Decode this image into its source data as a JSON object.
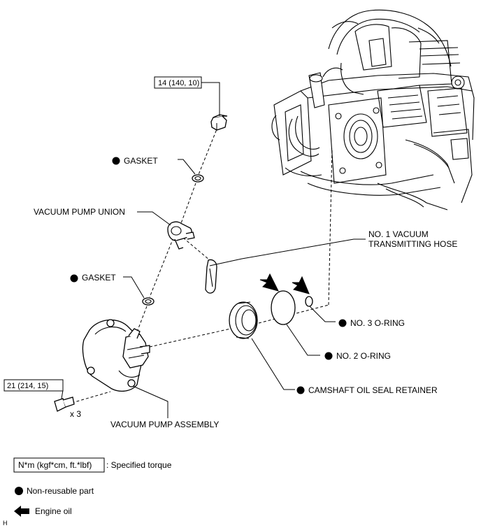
{
  "callouts": {
    "torque_top": "14 (140, 10)",
    "torque_bottom": "21 (214, 15)",
    "gasket_upper": "GASKET",
    "gasket_lower": "GASKET",
    "vacuum_pump_union": "VACUUM PUMP UNION",
    "hose_line1": "NO. 1 VACUUM",
    "hose_line2": "TRANSMITTING HOSE",
    "no3_oring": "NO. 3 O-RING",
    "no2_oring": "NO. 2 O-RING",
    "camshaft_retainer": "CAMSHAFT OIL SEAL RETAINER",
    "vacuum_pump_assembly": "VACUUM PUMP ASSEMBLY",
    "quantity": "x 3"
  },
  "legend": {
    "torque_box": "N*m (kgf*cm, ft.*lbf)",
    "torque_desc": ": Specified torque",
    "nonreusable": "Non-reusable part",
    "engine_oil": "Engine oil"
  },
  "corner_mark": "H",
  "colors": {
    "ink": "#000000",
    "background": "#ffffff"
  }
}
